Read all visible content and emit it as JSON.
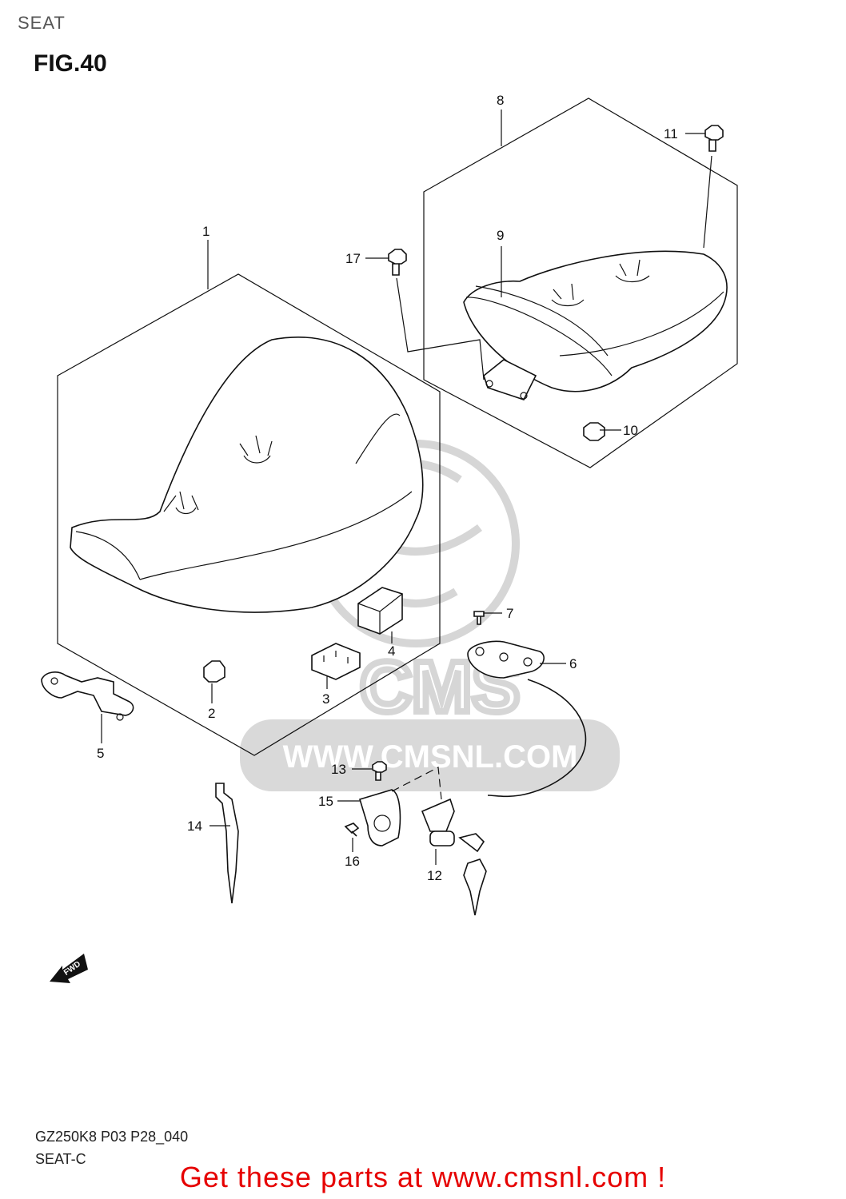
{
  "header": {
    "section": "SEAT",
    "figure": "FIG.40"
  },
  "watermark": {
    "brand": "CMS",
    "url": "WWW.CMSNL.COM",
    "color": "#d9d9d9"
  },
  "callouts": [
    "1",
    "2",
    "3",
    "4",
    "5",
    "6",
    "7",
    "8",
    "9",
    "10",
    "11",
    "12",
    "13",
    "14",
    "15",
    "16",
    "17"
  ],
  "direction_arrow": "FWD",
  "footer": {
    "code_line1": "GZ250K8 P03 P28_040",
    "code_line2": "SEAT-C",
    "cta": "Get these parts at www.cmsnl.com !",
    "cta_color": "#e60000"
  }
}
